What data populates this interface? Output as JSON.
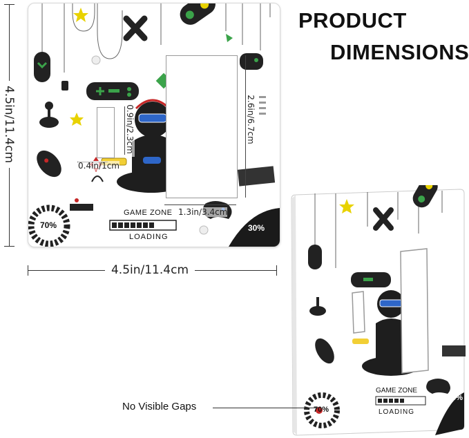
{
  "title": {
    "line1": "PRODUCT",
    "line2": "DIMENSIONS"
  },
  "dimensions": {
    "height": "4.5in/11.4cm",
    "width": "4.5in/11.4cm",
    "toggle_height": "0.9in/2.3cm",
    "toggle_width": "0.4in/1cm",
    "rocker_height": "2.6in/6.7cm",
    "rocker_width": "1.3in/3.4cm"
  },
  "plate": {
    "game_zone": "GAME ZONE",
    "loading": "LOADING",
    "percent_left": "70%",
    "percent_right": "30%"
  },
  "callout": {
    "label": "No Visible Gaps"
  },
  "colors": {
    "accent_green": "#2e7d32",
    "dark": "#1a1a1a",
    "star": "#e8d200",
    "red": "#c62828"
  }
}
